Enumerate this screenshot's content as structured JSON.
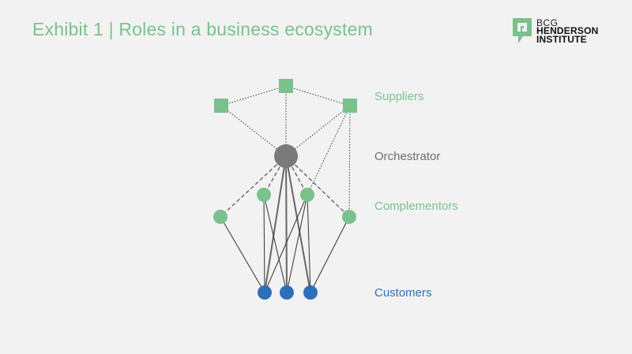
{
  "header": {
    "title": "Exhibit 1 | Roles in a business ecosystem"
  },
  "logo": {
    "top": "BCG",
    "line1": "HENDERSON",
    "line2": "INSTITUTE",
    "color": "#7ac18e"
  },
  "legend": {
    "suppliers": "Suppliers",
    "orchestrator": "Orchestrator",
    "complementors": "Complementors",
    "customers": "Customers"
  },
  "colors": {
    "background": "#f2f2f2",
    "green": "#7ac18e",
    "gray": "#7a7a7a",
    "blue": "#2e6fba"
  }
}
